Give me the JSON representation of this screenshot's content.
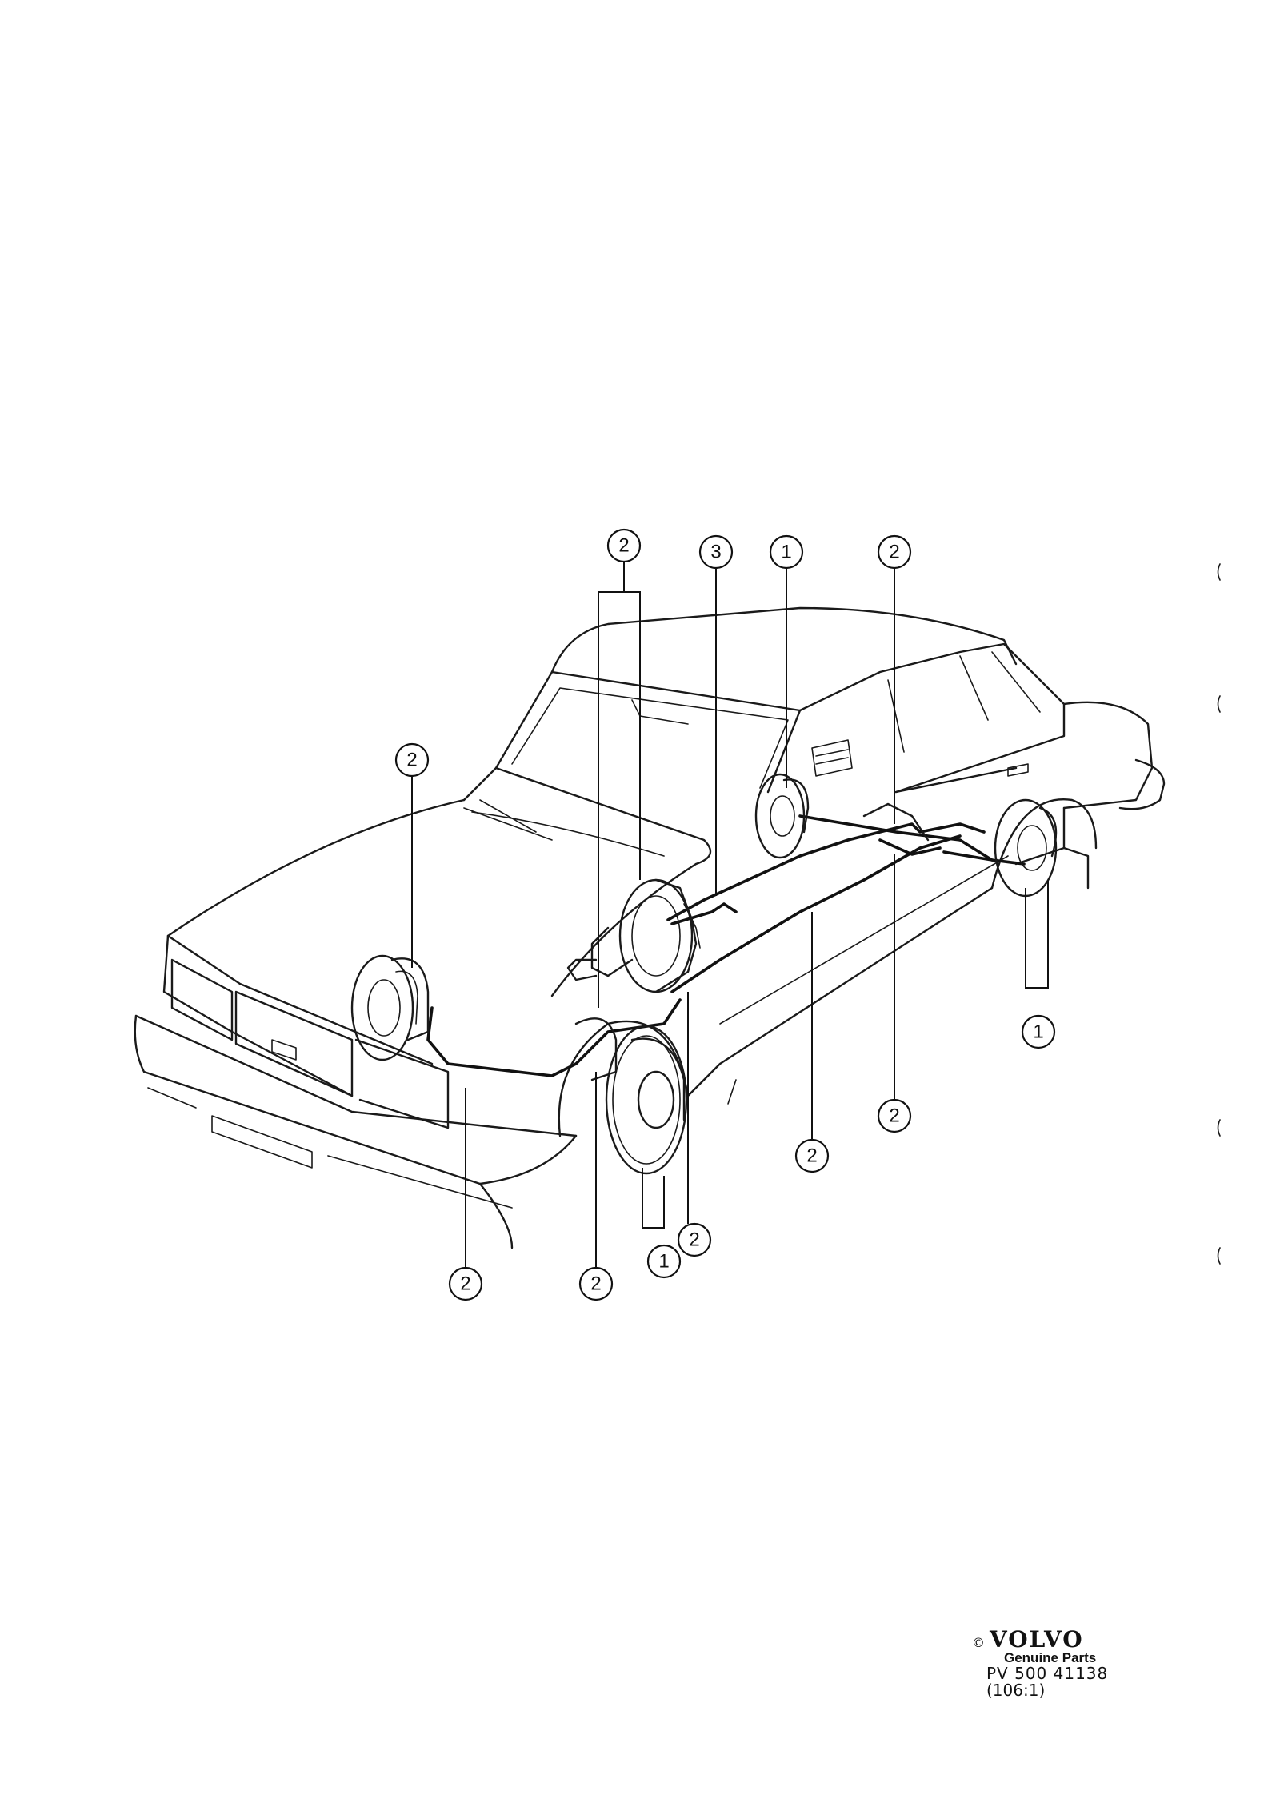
{
  "callouts": [
    {
      "id": "front-left-brake-pipe",
      "label": "2"
    },
    {
      "id": "booster-pipe-top",
      "label": "2"
    },
    {
      "id": "handbrake-lever",
      "label": "3"
    },
    {
      "id": "rear-left-caliper",
      "label": "1"
    },
    {
      "id": "rear-pipe-top",
      "label": "2"
    },
    {
      "id": "rear-right-caliper",
      "label": "1"
    },
    {
      "id": "rear-pipe-bottom",
      "label": "2"
    },
    {
      "id": "center-pipe-bottom",
      "label": "2"
    },
    {
      "id": "front-pipe-bottom-left",
      "label": "2"
    },
    {
      "id": "front-pipe-bottom-mid",
      "label": "2"
    },
    {
      "id": "front-right-caliper",
      "label": "1"
    },
    {
      "id": "front-right-pipe",
      "label": "2"
    }
  ],
  "footer": {
    "copyright": "©",
    "brand": "VOLVO",
    "subtitle": "Genuine Parts",
    "part_code": "PV 500  41138",
    "reference": "(106:1)"
  }
}
